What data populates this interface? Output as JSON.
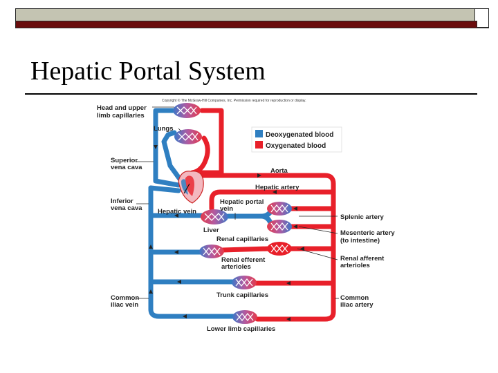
{
  "slide": {
    "title": "Hepatic Portal System"
  },
  "figure": {
    "copyright": "Copyright © The McGraw-Hill Companies, Inc. Permission required for reproduction or display.",
    "legend": {
      "deoxygenated": "Deoxygenated blood",
      "oxygenated": "Oxygenated blood"
    },
    "colors": {
      "deoxygenated": "#2f7fc1",
      "oxygenated": "#e8202a"
    },
    "labels": {
      "head_l1": "Head and upper",
      "head_l2": "limb capillaries",
      "lungs": "Lungs",
      "svc_l1": "Superior",
      "svc_l2": "vena cava",
      "ivc_l1": "Inferior",
      "ivc_l2": "vena cava",
      "aorta": "Aorta",
      "hepatic_artery": "Hepatic artery",
      "hepatic_portal_l1": "Hepatic portal",
      "hepatic_portal_l2": "vein",
      "hepatic_vein": "Hepatic vein",
      "liver": "Liver",
      "splenic_artery": "Splenic artery",
      "mesenteric_l1": "Mesenteric artery",
      "mesenteric_l2": "(to intestine)",
      "renal_capillaries": "Renal capillaries",
      "renal_efferent_l1": "Renal efferent",
      "renal_efferent_l2": "arterioles",
      "renal_afferent_l1": "Renal afferent",
      "renal_afferent_l2": "arterioles",
      "trunk_capillaries": "Trunk capillaries",
      "common_iliac_vein_l1": "Common",
      "common_iliac_vein_l2": "iliac vein",
      "common_iliac_artery_l1": "Common",
      "common_iliac_artery_l2": "iliac artery",
      "lower_limb": "Lower limb capillaries"
    }
  }
}
